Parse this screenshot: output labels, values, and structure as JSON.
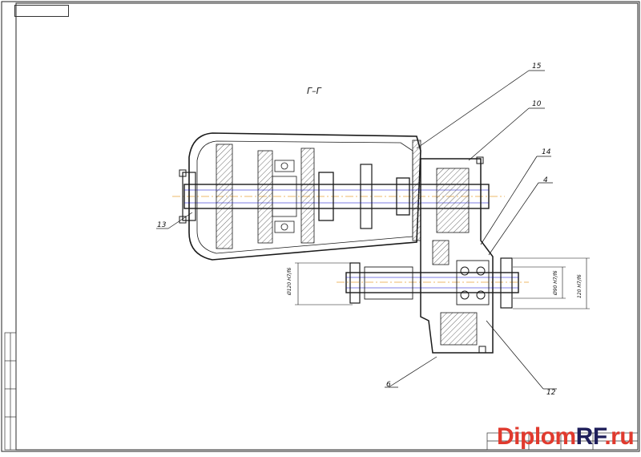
{
  "sheet": {
    "stamp_top": "",
    "section_label": "Г–Г",
    "callouts": [
      "15",
      "10",
      "14",
      "4",
      "13",
      "6",
      "12"
    ],
    "dimensions": [
      "Ø120 H7/f6",
      "Ø90 H7/f6",
      "120 H7/f6"
    ]
  },
  "brand": {
    "prefix": "Diplom",
    "suffix": "RF",
    "tld": ".ru"
  },
  "colors": {
    "line": "#1a1a1a",
    "hatch": "#444444",
    "shaft_axis": "#0000cc",
    "center_line": "#e8a23a"
  }
}
